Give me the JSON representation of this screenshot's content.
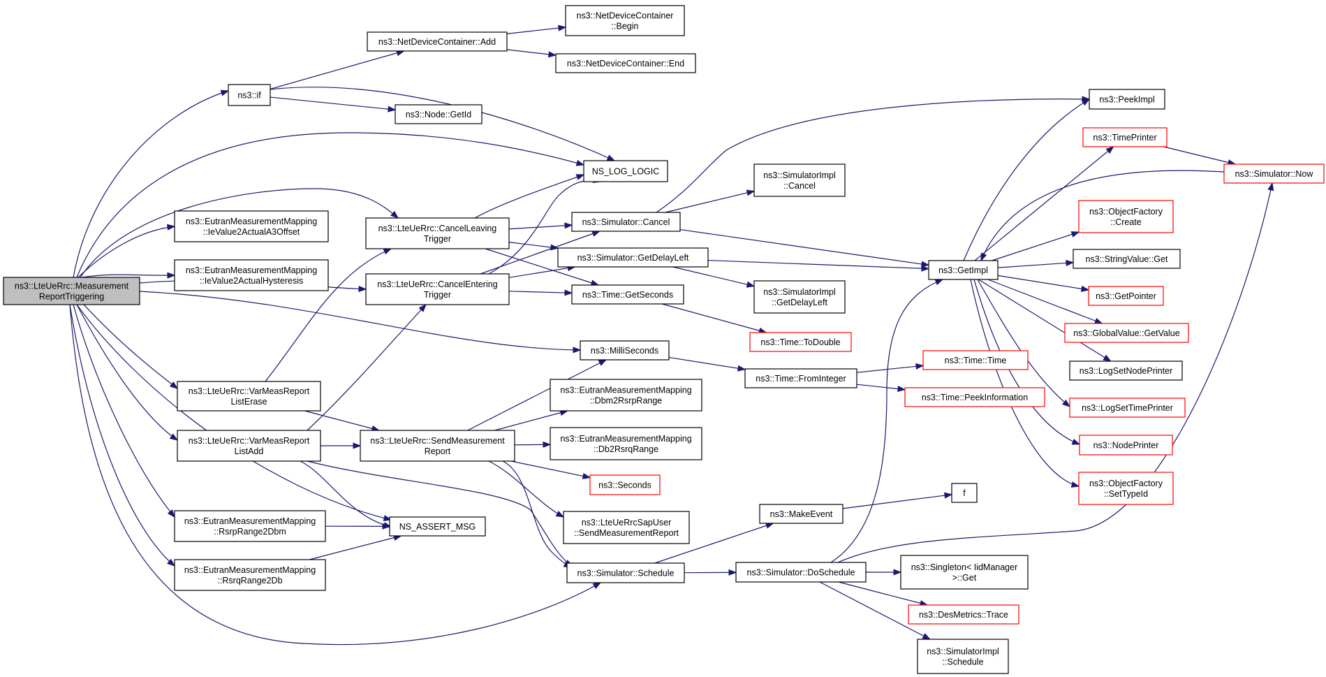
{
  "diagram": {
    "type": "call-graph",
    "colors": {
      "edge": "#191970",
      "node_border": "#000000",
      "truncated_border": "#ff0000",
      "root_fill": "#bfbfbf"
    },
    "nodes": {
      "root": {
        "lines": [
          "ns3::LteUeRrc::Measurement",
          "ReportTriggering"
        ],
        "style": "root"
      },
      "if": {
        "lines": [
          "ns3::if"
        ]
      },
      "ndcAdd": {
        "lines": [
          "ns3::NetDeviceContainer::Add"
        ]
      },
      "ndcBegin": {
        "lines": [
          "ns3::NetDeviceContainer",
          "::Begin"
        ]
      },
      "ndcEnd": {
        "lines": [
          "ns3::NetDeviceContainer::End"
        ]
      },
      "nodeGetId": {
        "lines": [
          "ns3::Node::GetId"
        ]
      },
      "nsLogLogic": {
        "lines": [
          "NS_LOG_LOGIC"
        ]
      },
      "ieA3": {
        "lines": [
          "ns3::EutranMeasurementMapping",
          "::IeValue2ActualA3Offset"
        ]
      },
      "ieHyst": {
        "lines": [
          "ns3::EutranMeasurementMapping",
          "::IeValue2ActualHysteresis"
        ]
      },
      "cancelLeaving": {
        "lines": [
          "ns3::LteUeRrc::CancelLeaving",
          "Trigger"
        ]
      },
      "cancelEntering": {
        "lines": [
          "ns3::LteUeRrc::CancelEntering",
          "Trigger"
        ]
      },
      "simCancel": {
        "lines": [
          "ns3::Simulator::Cancel"
        ]
      },
      "simImplCancel": {
        "lines": [
          "ns3::SimulatorImpl",
          "::Cancel"
        ]
      },
      "simGetDelayLeft": {
        "lines": [
          "ns3::Simulator::GetDelayLeft"
        ]
      },
      "simImplGetDelayLeft": {
        "lines": [
          "ns3::SimulatorImpl",
          "::GetDelayLeft"
        ]
      },
      "timeGetSeconds": {
        "lines": [
          "ns3::Time::GetSeconds"
        ]
      },
      "timeToDouble": {
        "lines": [
          "ns3::Time::ToDouble"
        ],
        "style": "red"
      },
      "milliSeconds": {
        "lines": [
          "ns3::MilliSeconds"
        ]
      },
      "timeFromInteger": {
        "lines": [
          "ns3::Time::FromInteger"
        ]
      },
      "timeTime": {
        "lines": [
          "ns3::Time::Time"
        ],
        "style": "red"
      },
      "timePeekInfo": {
        "lines": [
          "ns3::Time::PeekInformation"
        ],
        "style": "red"
      },
      "varErase": {
        "lines": [
          "ns3::LteUeRrc::VarMeasReport",
          "ListErase"
        ]
      },
      "varAdd": {
        "lines": [
          "ns3::LteUeRrc::VarMeasReport",
          "ListAdd"
        ]
      },
      "sendReport": {
        "lines": [
          "ns3::LteUeRrc::SendMeasurement",
          "Report"
        ]
      },
      "dbm2Rsrp": {
        "lines": [
          "ns3::EutranMeasurementMapping",
          "::Dbm2RsrpRange"
        ]
      },
      "db2Rsrq": {
        "lines": [
          "ns3::EutranMeasurementMapping",
          "::Db2RsrqRange"
        ]
      },
      "seconds": {
        "lines": [
          "ns3::Seconds"
        ],
        "style": "red"
      },
      "sapUserSend": {
        "lines": [
          "ns3::LteUeRrcSapUser",
          "::SendMeasurementReport"
        ]
      },
      "rsrp2Dbm": {
        "lines": [
          "ns3::EutranMeasurementMapping",
          "::RsrpRange2Dbm"
        ]
      },
      "rsrq2Db": {
        "lines": [
          "ns3::EutranMeasurementMapping",
          "::RsrqRange2Db"
        ]
      },
      "nsAssertMsg": {
        "lines": [
          "NS_ASSERT_MSG"
        ]
      },
      "simSchedule": {
        "lines": [
          "ns3::Simulator::Schedule"
        ]
      },
      "makeEvent": {
        "lines": [
          "ns3::MakeEvent"
        ]
      },
      "f": {
        "lines": [
          "f"
        ]
      },
      "simDoSchedule": {
        "lines": [
          "ns3::Simulator::DoSchedule"
        ]
      },
      "singletonGet": {
        "lines": [
          "ns3::Singleton< IidManager",
          ">::Get"
        ]
      },
      "desMetricsTrace": {
        "lines": [
          "ns3::DesMetrics::Trace"
        ],
        "style": "red"
      },
      "simImplSchedule": {
        "lines": [
          "ns3::SimulatorImpl",
          "::Schedule"
        ]
      },
      "getImpl": {
        "lines": [
          "ns3::GetImpl"
        ]
      },
      "peekImpl": {
        "lines": [
          "ns3::PeekImpl"
        ]
      },
      "timePrinter": {
        "lines": [
          "ns3::TimePrinter"
        ],
        "style": "red"
      },
      "simNow": {
        "lines": [
          "ns3::Simulator::Now"
        ],
        "style": "red"
      },
      "ofCreate": {
        "lines": [
          "ns3::ObjectFactory",
          "::Create"
        ],
        "style": "red"
      },
      "stringValueGet": {
        "lines": [
          "ns3::StringValue::Get"
        ]
      },
      "getPointer": {
        "lines": [
          "ns3::GetPointer"
        ],
        "style": "red"
      },
      "globalValueGet": {
        "lines": [
          "ns3::GlobalValue::GetValue"
        ],
        "style": "red"
      },
      "logSetNodePrinter": {
        "lines": [
          "ns3::LogSetNodePrinter"
        ]
      },
      "logSetTimePrinter": {
        "lines": [
          "ns3::LogSetTimePrinter"
        ],
        "style": "red"
      },
      "nodePrinter": {
        "lines": [
          "ns3::NodePrinter"
        ],
        "style": "red"
      },
      "ofSetTypeId": {
        "lines": [
          "ns3::ObjectFactory",
          "::SetTypeId"
        ],
        "style": "red"
      }
    },
    "edges": [
      [
        "root",
        "if"
      ],
      [
        "root",
        "nsLogLogic"
      ],
      [
        "root",
        "ieA3"
      ],
      [
        "root",
        "ieHyst"
      ],
      [
        "root",
        "cancelLeaving"
      ],
      [
        "root",
        "cancelEntering"
      ],
      [
        "root",
        "milliSeconds"
      ],
      [
        "root",
        "varErase"
      ],
      [
        "root",
        "varAdd"
      ],
      [
        "root",
        "rsrp2Dbm"
      ],
      [
        "root",
        "rsrq2Db"
      ],
      [
        "root",
        "nsAssertMsg"
      ],
      [
        "root",
        "simSchedule"
      ],
      [
        "if",
        "ndcAdd"
      ],
      [
        "if",
        "nodeGetId"
      ],
      [
        "if",
        "nsLogLogic"
      ],
      [
        "ndcAdd",
        "ndcBegin"
      ],
      [
        "ndcAdd",
        "ndcEnd"
      ],
      [
        "cancelLeaving",
        "nsLogLogic"
      ],
      [
        "cancelLeaving",
        "simCancel"
      ],
      [
        "cancelLeaving",
        "simGetDelayLeft"
      ],
      [
        "cancelLeaving",
        "timeGetSeconds"
      ],
      [
        "cancelEntering",
        "nsLogLogic"
      ],
      [
        "cancelEntering",
        "simCancel"
      ],
      [
        "cancelEntering",
        "simGetDelayLeft"
      ],
      [
        "cancelEntering",
        "timeGetSeconds"
      ],
      [
        "simCancel",
        "simImplCancel"
      ],
      [
        "simCancel",
        "getImpl"
      ],
      [
        "simCancel",
        "peekImpl"
      ],
      [
        "simGetDelayLeft",
        "getImpl"
      ],
      [
        "simGetDelayLeft",
        "simImplGetDelayLeft"
      ],
      [
        "timeGetSeconds",
        "timeToDouble"
      ],
      [
        "milliSeconds",
        "timeFromInteger"
      ],
      [
        "timeFromInteger",
        "timeTime"
      ],
      [
        "timeFromInteger",
        "timePeekInfo"
      ],
      [
        "varErase",
        "cancelLeaving"
      ],
      [
        "varErase",
        "sendReport"
      ],
      [
        "varAdd",
        "cancelEntering"
      ],
      [
        "varAdd",
        "sendReport"
      ],
      [
        "varAdd",
        "nsAssertMsg"
      ],
      [
        "varAdd",
        "simSchedule"
      ],
      [
        "sendReport",
        "milliSeconds"
      ],
      [
        "sendReport",
        "dbm2Rsrp"
      ],
      [
        "sendReport",
        "db2Rsrq"
      ],
      [
        "sendReport",
        "seconds"
      ],
      [
        "sendReport",
        "sapUserSend"
      ],
      [
        "sendReport",
        "simSchedule"
      ],
      [
        "rsrp2Dbm",
        "nsAssertMsg"
      ],
      [
        "rsrq2Db",
        "nsAssertMsg"
      ],
      [
        "simSchedule",
        "makeEvent"
      ],
      [
        "simSchedule",
        "simDoSchedule"
      ],
      [
        "makeEvent",
        "f"
      ],
      [
        "simDoSchedule",
        "getImpl"
      ],
      [
        "simDoSchedule",
        "singletonGet"
      ],
      [
        "simDoSchedule",
        "desMetricsTrace"
      ],
      [
        "simDoSchedule",
        "simImplSchedule"
      ],
      [
        "simDoSchedule",
        "simNow"
      ],
      [
        "getImpl",
        "peekImpl"
      ],
      [
        "getImpl",
        "timePrinter"
      ],
      [
        "getImpl",
        "ofCreate"
      ],
      [
        "getImpl",
        "stringValueGet"
      ],
      [
        "getImpl",
        "getPointer"
      ],
      [
        "getImpl",
        "globalValueGet"
      ],
      [
        "getImpl",
        "logSetNodePrinter"
      ],
      [
        "getImpl",
        "logSetTimePrinter"
      ],
      [
        "getImpl",
        "nodePrinter"
      ],
      [
        "getImpl",
        "ofSetTypeId"
      ],
      [
        "timePrinter",
        "simNow"
      ],
      [
        "simNow",
        "getImpl"
      ]
    ]
  }
}
